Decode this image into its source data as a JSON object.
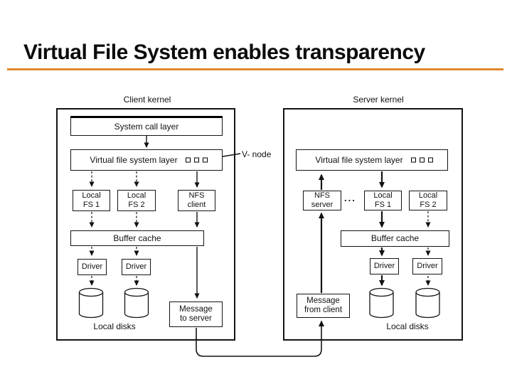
{
  "slide": {
    "title": "Virtual File System enables transparency",
    "accent_color": "#E0882C"
  },
  "diagram": {
    "line_color": "#141414",
    "client": {
      "kernel_label": "Client kernel",
      "system_call_layer": "System call layer",
      "vfs_layer": "Virtual file system layer",
      "vnode_label": "V- node",
      "local_fs1": "Local\nFS 1",
      "local_fs2": "Local\nFS 2",
      "nfs_client": "NFS\nclient",
      "buffer_cache": "Buffer cache",
      "driver1": "Driver",
      "driver2": "Driver",
      "local_disks": "Local disks",
      "message": "Message\nto server"
    },
    "server": {
      "kernel_label": "Server kernel",
      "vfs_layer": "Virtual file system layer",
      "nfs_server": "NFS\nserver",
      "ellipsis": "...",
      "local_fs1": "Local\nFS 1",
      "local_fs2": "Local\nFS 2",
      "buffer_cache": "Buffer cache",
      "driver1": "Driver",
      "driver2": "Driver",
      "local_disks": "Local disks",
      "message": "Message\nfrom client"
    }
  }
}
